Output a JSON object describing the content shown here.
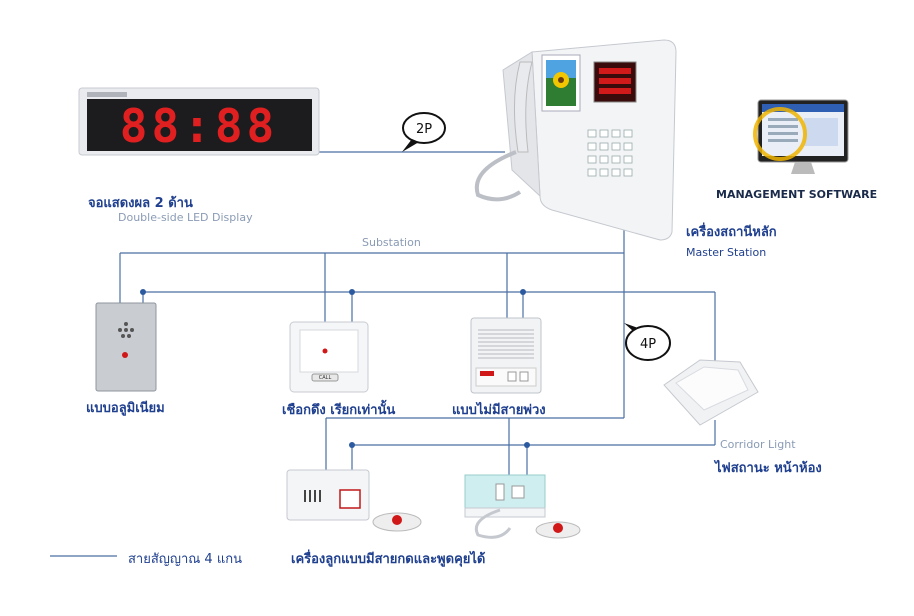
{
  "colors": {
    "wire": "#4a6fa5",
    "label": "#1f3f8f",
    "sublabel": "#8a9bb5",
    "led": "#e02020"
  },
  "led_display": {
    "digits": "88:88",
    "label_th": "จอแสดงผล 2 ด้าน",
    "label_en": "Double-side LED Display"
  },
  "connectors": {
    "bus_2p": "2P",
    "bus_4p": "4P"
  },
  "substation_label": "Substation",
  "master_station": {
    "label_th": "เครื่องสถานีหลัก",
    "label_en": "Master Station"
  },
  "management_software": {
    "label": "MANAGEMENT SOFTWARE"
  },
  "devices": {
    "aluminium": {
      "label": "แบบอลูมิเนียม"
    },
    "pull_cord": {
      "label": "เชือกดึง เรียกเท่านั้น",
      "button_text": "CALL"
    },
    "wireless": {
      "label": "แบบไม่มีสายพ่วง"
    },
    "corridor_light": {
      "label_en": "Corridor Light",
      "label_th": "ไฟสถานะ หน้าห้อง"
    },
    "handset_units": {
      "label": "เครื่องลูกแบบมีสายกดและพูดคุยได้"
    }
  },
  "legend": {
    "text": "สายสัญญาณ 4 แกน"
  }
}
